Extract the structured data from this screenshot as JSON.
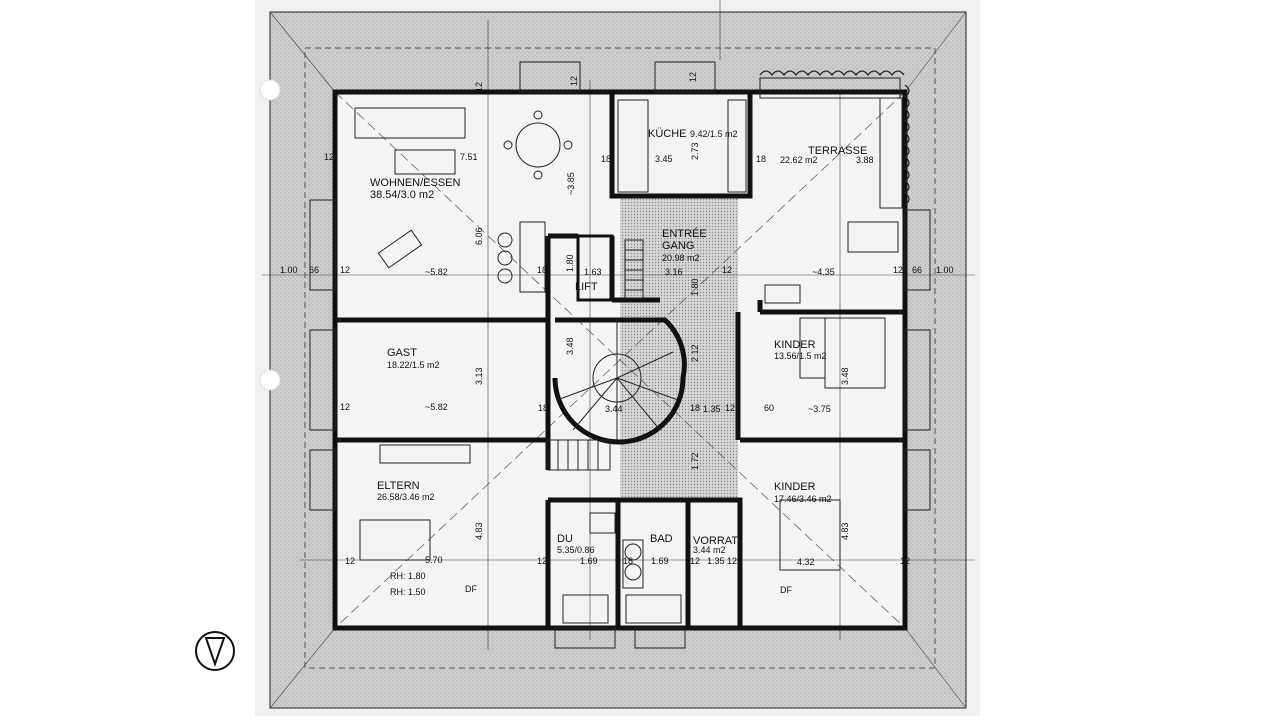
{
  "rooms": {
    "wohnen": {
      "name": "WOHNEN/ESSEN",
      "area": "38.54/3.0 m2",
      "dims": [
        "7.51",
        "6.06",
        "~5.82",
        "~3.85"
      ]
    },
    "kueche": {
      "name": "KÜCHE",
      "area": "9.42/1.5 m2",
      "dims": [
        "3.45",
        "2.73"
      ]
    },
    "terrasse": {
      "name": "TERRASSE",
      "area": "22.62 m2",
      "dims": [
        "3.88",
        "~4.35"
      ]
    },
    "entree": {
      "name": "ENTRÉE",
      "name2": "GANG",
      "area": "20.98 m2",
      "dims": [
        "3.16",
        "1.80"
      ]
    },
    "lift": {
      "name": "LIFT",
      "dims": [
        "1.63",
        "1.80"
      ]
    },
    "gast": {
      "name": "GAST",
      "area": "18.22/1.5 m2",
      "dims": [
        "~5.82",
        "3.13"
      ]
    },
    "treppe": {
      "dims": [
        "3.48",
        "3.44"
      ]
    },
    "kinder1": {
      "name": "KINDER",
      "area": "13.56/1.5 m2",
      "dims": [
        "~3.75",
        "3.48",
        "1.35"
      ]
    },
    "eltern": {
      "name": "ELTERN",
      "area": "26.58/3.46 m2",
      "dims": [
        "5.70",
        "4.83"
      ],
      "rh1": "RH: 1.80",
      "rh2": "RH: 1.50",
      "df": "DF"
    },
    "du": {
      "name": "DU",
      "area": "5.35/0.86",
      "dims": [
        "1.69"
      ]
    },
    "bad": {
      "name": "BAD",
      "dims": [
        "1.69"
      ]
    },
    "vorrat": {
      "name": "VORRAT",
      "area": "3.44 m2",
      "dims": [
        "1.35"
      ]
    },
    "kinder2": {
      "name": "KINDER",
      "area": "17.46/3.46 m2",
      "dims": [
        "4.32",
        "4.83"
      ],
      "df": "DF"
    }
  },
  "dims": {
    "left_out": "1.00",
    "left_66": "66",
    "right_66": "66",
    "right_out": "1.00",
    "t12": "12",
    "t18": "18",
    "t60": "60",
    "t1_72": "1.72",
    "t2_12": "2.12"
  },
  "labels": {
    "df": "DF"
  },
  "north_symbol": "north-arrow"
}
